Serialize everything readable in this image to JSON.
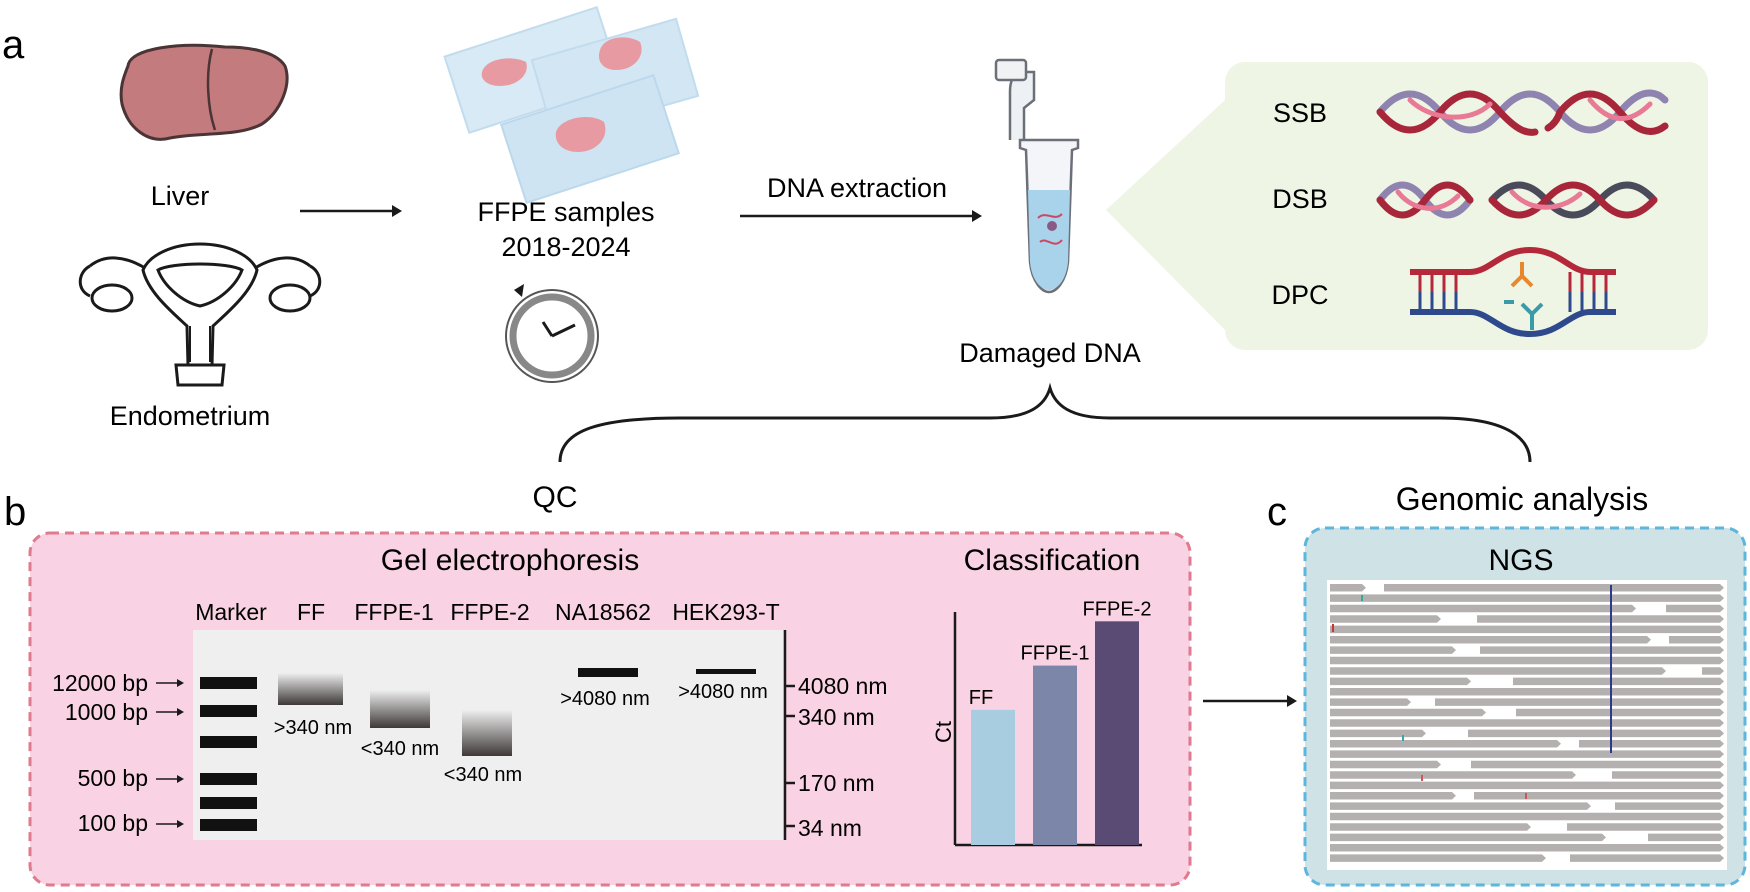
{
  "panels": {
    "a": "a",
    "b": "b",
    "c": "c"
  },
  "panel_a": {
    "liver_label": "Liver",
    "endometrium_label": "Endometrium",
    "ffpe_line1": "FFPE samples",
    "ffpe_line2": "2018-2024",
    "extraction_label": "DNA extraction",
    "damaged_label": "Damaged DNA",
    "damage_types": [
      "SSB",
      "DSB",
      "DPC"
    ]
  },
  "qc_label": "QC",
  "genomic_label": "Genomic analysis",
  "panel_b": {
    "gel_title": "Gel electrophoresis",
    "class_title": "Classification",
    "lanes": [
      "Marker",
      "FF",
      "FFPE-1",
      "FFPE-2",
      "NA18562",
      "HEK293-T"
    ],
    "marker_labels": [
      "12000 bp",
      "1000 bp",
      "500 bp",
      "100 bp"
    ],
    "size_labels": [
      "4080 nm",
      "340 nm",
      "170 nm",
      "34 nm"
    ],
    "band_labels": [
      ">340 nm",
      "<340 nm",
      "<340 nm",
      ">4080 nm",
      ">4080 nm"
    ]
  },
  "chart_data": {
    "type": "bar",
    "categories": [
      "FF",
      "FFPE-1",
      "FFPE-2"
    ],
    "values": [
      0.58,
      0.77,
      0.96
    ],
    "ylabel": "Ct",
    "xlabel": "",
    "colors": [
      "#a9cde0",
      "#7c86a8",
      "#594b74"
    ]
  },
  "panel_c": {
    "ngs_title": "NGS"
  },
  "colors": {
    "panel_b_bg": "#f9d3e3",
    "panel_b_border": "#e07a8e",
    "panel_c_bg": "#cfe2e6",
    "panel_c_border": "#5eb6dd",
    "dna_box_bg": "#eef5e4",
    "read_gray": "#b5b0b0"
  }
}
